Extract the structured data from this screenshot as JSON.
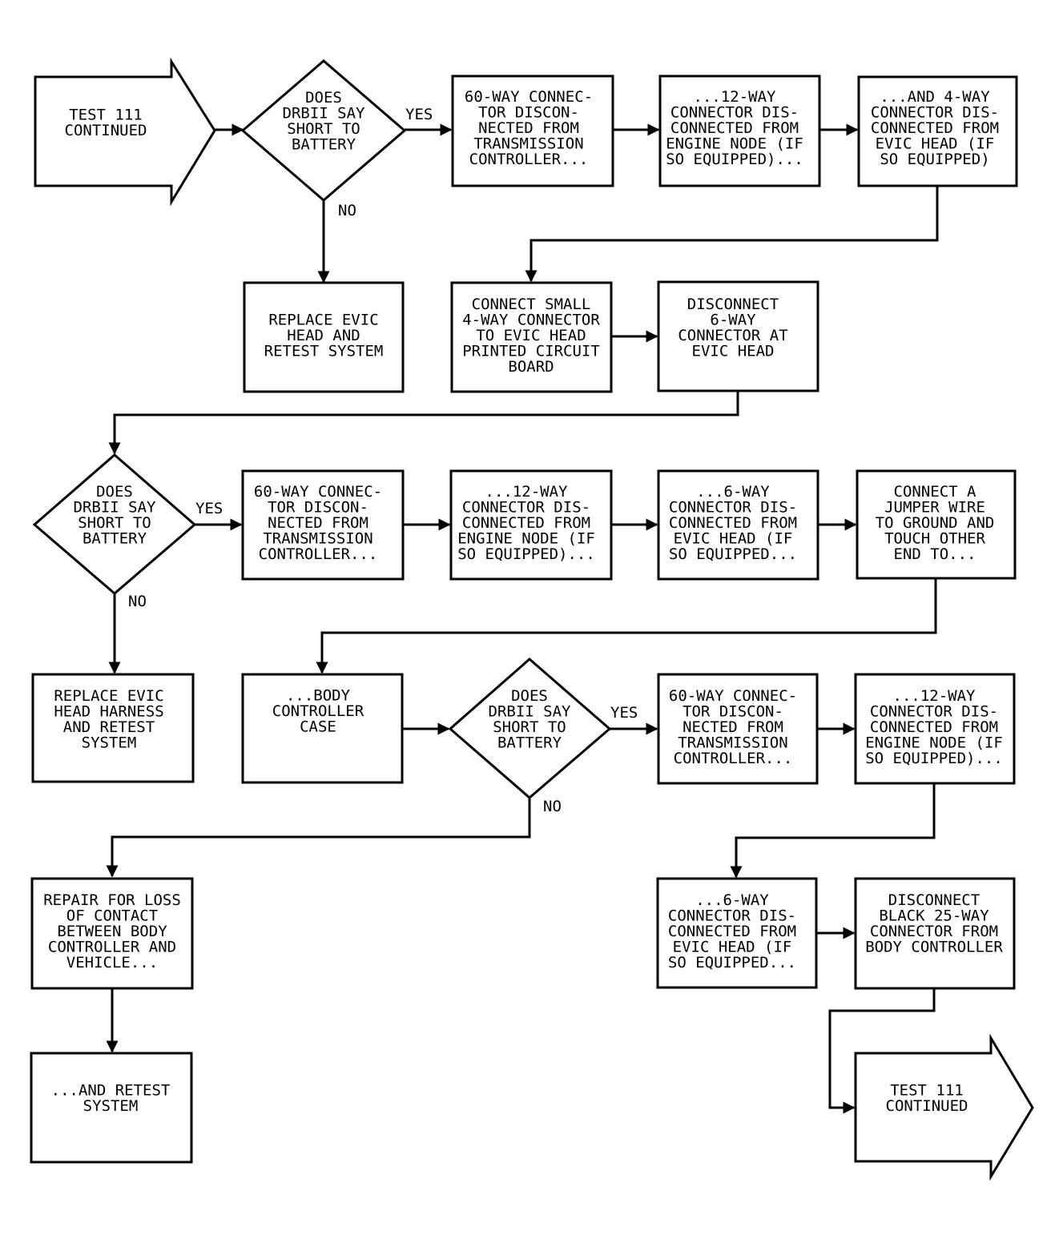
{
  "diagram": {
    "start_arrow": {
      "lines": [
        "TEST 111",
        "CONTINUED"
      ]
    },
    "d1": {
      "lines": [
        "DOES",
        "DRBII SAY",
        "SHORT TO",
        "BATTERY"
      ],
      "yes": "YES",
      "no": "NO"
    },
    "b1": {
      "lines": [
        "60-WAY CONNEC-",
        "TOR DISCON-",
        "NECTED FROM",
        "TRANSMISSION",
        "CONTROLLER..."
      ]
    },
    "b2": {
      "lines": [
        "...12-WAY",
        "CONNECTOR DIS-",
        "CONNECTED FROM",
        "ENGINE NODE (IF",
        "SO EQUIPPED)..."
      ]
    },
    "b3": {
      "lines": [
        "...AND 4-WAY",
        "CONNECTOR DIS-",
        "CONNECTED FROM",
        "EVIC HEAD (IF",
        "SO EQUIPPED)"
      ]
    },
    "r1": {
      "lines": [
        "REPLACE EVIC",
        "HEAD AND",
        "RETEST SYSTEM"
      ]
    },
    "b4": {
      "lines": [
        "CONNECT SMALL",
        "4-WAY CONNECTOR",
        "TO EVIC HEAD",
        "PRINTED CIRCUIT",
        "BOARD"
      ]
    },
    "b5": {
      "lines": [
        "DISCONNECT",
        "6-WAY",
        "CONNECTOR AT",
        "EVIC HEAD"
      ]
    },
    "d2": {
      "lines": [
        "DOES",
        "DRBII SAY",
        "SHORT TO",
        "BATTERY"
      ],
      "yes": "YES",
      "no": "NO"
    },
    "b6": {
      "lines": [
        "60-WAY CONNEC-",
        "TOR DISCON-",
        "NECTED FROM",
        "TRANSMISSION",
        "CONTROLLER..."
      ]
    },
    "b7": {
      "lines": [
        "...12-WAY",
        "CONNECTOR DIS-",
        "CONNECTED FROM",
        "ENGINE NODE (IF",
        "SO EQUIPPED)..."
      ]
    },
    "b8": {
      "lines": [
        "...6-WAY",
        "CONNECTOR DIS-",
        "CONNECTED FROM",
        "EVIC HEAD (IF",
        "SO EQUIPPED..."
      ]
    },
    "b9": {
      "lines": [
        "CONNECT A",
        "JUMPER WIRE",
        "TO GROUND AND",
        "TOUCH OTHER",
        "END TO..."
      ]
    },
    "r2": {
      "lines": [
        "REPLACE EVIC",
        "HEAD HARNESS",
        "AND RETEST",
        "SYSTEM"
      ]
    },
    "b10": {
      "lines": [
        "...BODY",
        "CONTROLLER",
        "CASE"
      ]
    },
    "d3": {
      "lines": [
        "DOES",
        "DRBII SAY",
        "SHORT TO",
        "BATTERY"
      ],
      "yes": "YES",
      "no": "NO"
    },
    "b11": {
      "lines": [
        "60-WAY CONNEC-",
        "TOR DISCON-",
        "NECTED FROM",
        "TRANSMISSION",
        "CONTROLLER..."
      ]
    },
    "b12": {
      "lines": [
        "...12-WAY",
        "CONNECTOR DIS-",
        "CONNECTED FROM",
        "ENGINE NODE (IF",
        "SO EQUIPPED)..."
      ]
    },
    "r3": {
      "lines": [
        "REPAIR FOR LOSS",
        "OF CONTACT",
        "BETWEEN BODY",
        "CONTROLLER AND",
        "VEHICLE..."
      ]
    },
    "b13": {
      "lines": [
        "...6-WAY",
        "CONNECTOR DIS-",
        "CONNECTED FROM",
        "EVIC HEAD (IF",
        "SO EQUIPPED..."
      ]
    },
    "b14": {
      "lines": [
        "DISCONNECT",
        "BLACK 25-WAY",
        "CONNECTOR FROM",
        "BODY CONTROLLER"
      ]
    },
    "r4": {
      "lines": [
        "...AND RETEST",
        "SYSTEM"
      ]
    },
    "end_arrow": {
      "lines": [
        "TEST 111",
        "CONTINUED"
      ]
    }
  }
}
